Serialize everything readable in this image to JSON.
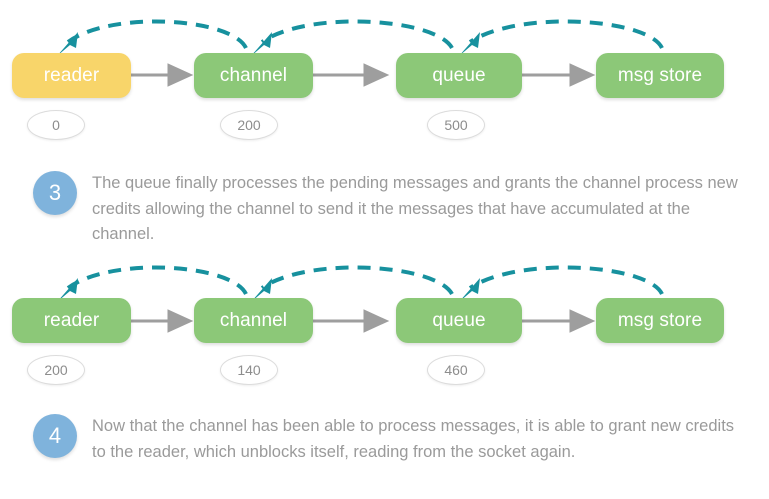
{
  "palette": {
    "node_green": "#8cc878",
    "node_yellow": "#f8d56a",
    "arc_teal": "#17919e",
    "connector_gray": "#9e9e9e",
    "step_blue": "#7fb3dc",
    "text_gray": "#9a9a9a",
    "badge_border": "#dcdcdc",
    "background": "#ffffff"
  },
  "diagram_rows": [
    {
      "id": "row-3",
      "nodes": [
        {
          "label": "reader",
          "color": "yellow",
          "credits": "0"
        },
        {
          "label": "channel",
          "color": "green",
          "credits": "200"
        },
        {
          "label": "queue",
          "color": "green",
          "credits": "500"
        },
        {
          "label": "msg store",
          "color": "green",
          "credits": null
        }
      ],
      "flow_arrows": [
        {
          "from": "reader",
          "to": "channel"
        },
        {
          "from": "channel",
          "to": "queue"
        },
        {
          "from": "queue",
          "to": "msg store"
        }
      ],
      "credit_arcs": [
        {
          "from": "channel",
          "to": "reader"
        },
        {
          "from": "queue",
          "to": "channel"
        },
        {
          "from": "msg store",
          "to": "queue"
        }
      ]
    },
    {
      "id": "row-4",
      "nodes": [
        {
          "label": "reader",
          "color": "green",
          "credits": "200"
        },
        {
          "label": "channel",
          "color": "green",
          "credits": "140"
        },
        {
          "label": "queue",
          "color": "green",
          "credits": "460"
        },
        {
          "label": "msg store",
          "color": "green",
          "credits": null
        }
      ],
      "flow_arrows": [
        {
          "from": "reader",
          "to": "channel"
        },
        {
          "from": "channel",
          "to": "queue"
        },
        {
          "from": "queue",
          "to": "msg store"
        }
      ],
      "credit_arcs": [
        {
          "from": "channel",
          "to": "reader"
        },
        {
          "from": "queue",
          "to": "channel"
        },
        {
          "from": "msg store",
          "to": "queue"
        }
      ]
    }
  ],
  "steps": [
    {
      "number": "3",
      "text": "The queue finally processes the pending messages and grants the channel process new credits allowing the channel to send it the messages that have accumulated at the channel."
    },
    {
      "number": "4",
      "text": "Now that the channel has been able to process messages, it is able to grant new credits to the reader, which unblocks itself, reading from the socket again."
    }
  ]
}
